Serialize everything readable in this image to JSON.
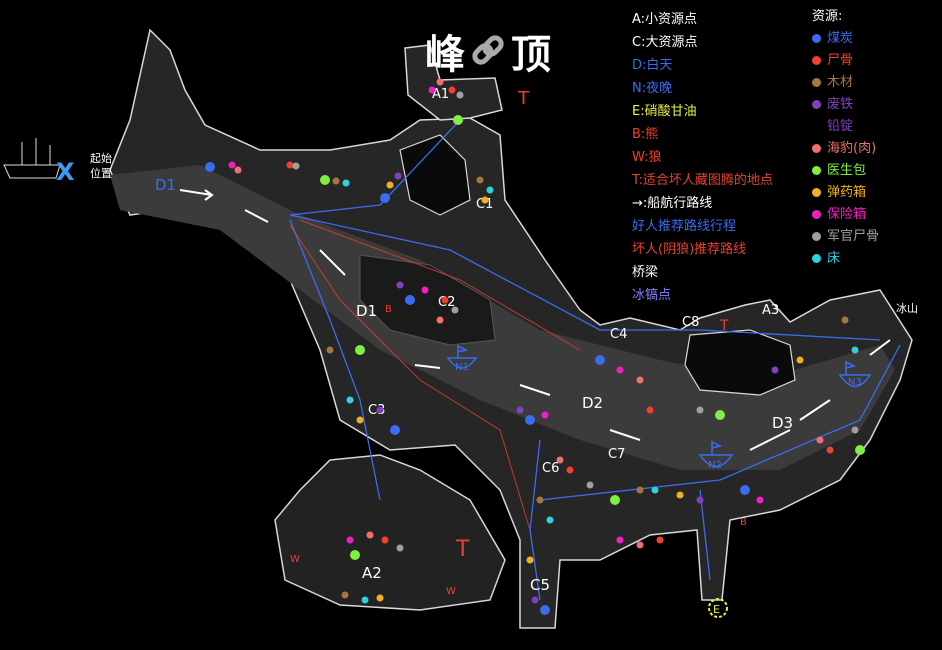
{
  "title": {
    "left": "峰",
    "right": "顶",
    "icon": "chain-link-icon"
  },
  "start": {
    "label_line1": "起始",
    "label_line2": "位置",
    "icon": "ship-icon",
    "marker": "X"
  },
  "legend": {
    "items": [
      {
        "key": "A",
        "text": "A:小资源点",
        "color": "#ffffff"
      },
      {
        "key": "C",
        "text": "C:大资源点",
        "color": "#ffffff"
      },
      {
        "key": "D",
        "text": "D:白天",
        "color": "#3a6cf0"
      },
      {
        "key": "N",
        "text": "N:夜晚",
        "color": "#3a6cf0"
      },
      {
        "key": "E",
        "text": "E:硝酸甘油",
        "color": "#e8f040"
      },
      {
        "key": "B",
        "text": "B:熊",
        "color": "#e84030"
      },
      {
        "key": "W",
        "text": "W:狼",
        "color": "#e84030"
      },
      {
        "key": "T",
        "text": "T:适合坏人藏图腾的地点",
        "color": "#e84030"
      },
      {
        "key": "arrow",
        "text": "→:船航行路线",
        "color": "#ffffff"
      },
      {
        "key": "good",
        "text": "好人推荐路线行程",
        "color": "#3a6cf0"
      },
      {
        "key": "bad",
        "text": "坏人(阴狼)推荐路线",
        "color": "#e84030"
      },
      {
        "key": "bridge",
        "text": "桥梁",
        "color": "#ffffff"
      },
      {
        "key": "ice",
        "text": "冰镐点",
        "color": "#8080ff"
      }
    ]
  },
  "resources": {
    "heading": "资源:",
    "items": [
      {
        "name": "煤炭",
        "color": "#3a6cf0"
      },
      {
        "name": "尸骨",
        "color": "#f04030"
      },
      {
        "name": "木材",
        "color": "#a07840"
      },
      {
        "name": "废铁\n铅锭",
        "color": "#8040c0"
      },
      {
        "name": "海豹(肉)",
        "color": "#f07070"
      },
      {
        "name": "医生包",
        "color": "#80f040"
      },
      {
        "name": "弹药箱",
        "color": "#f0b020"
      },
      {
        "name": "保险箱",
        "color": "#f020c0"
      },
      {
        "name": "军官尸骨",
        "color": "#a0a0a0"
      },
      {
        "name": "床",
        "color": "#30d0e0"
      }
    ]
  },
  "map_labels": {
    "A1": "A1",
    "A2": "A2",
    "A3": "A3",
    "C1": "C1",
    "C2": "C2",
    "C3": "C3",
    "C4": "C4",
    "C5": "C5",
    "C6": "C6",
    "C7": "C7",
    "C8": "C8",
    "D1": "D1",
    "D1b": "D1",
    "D2": "D2",
    "D3": "D3",
    "N1": "N1",
    "N2": "N2",
    "N3": "N3",
    "T": "T",
    "W": "W",
    "B": "B",
    "E": "E",
    "iceberg": "冰山"
  }
}
